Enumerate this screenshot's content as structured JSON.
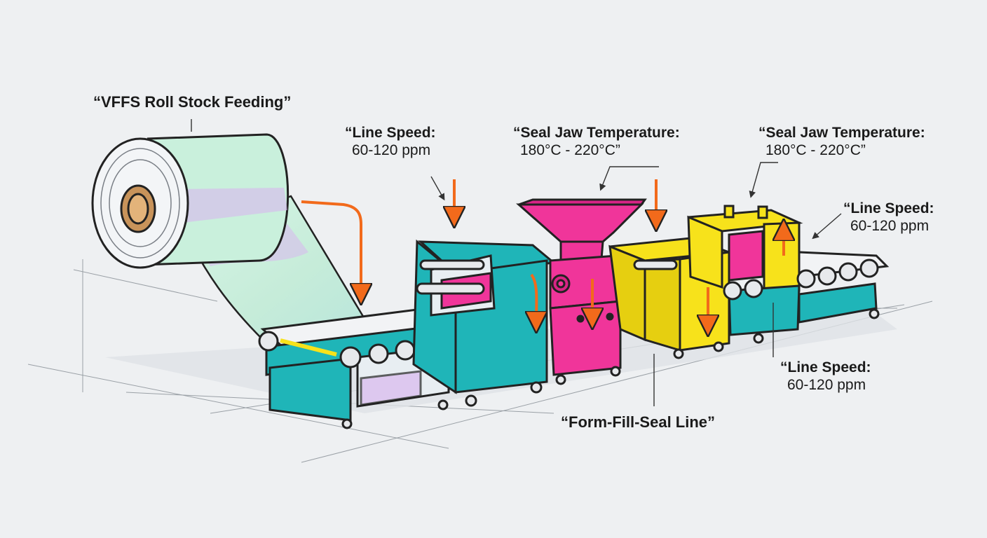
{
  "labels": {
    "roll_feed": "“VFFS Roll Stock Feeding”",
    "speed_a": {
      "line1": "“Line Speed:",
      "line2": "60-120 ppm"
    },
    "temp_a": {
      "line1": "“Seal Jaw Temperature:",
      "line2": "180°C - 220°C”"
    },
    "temp_b": {
      "line1": "“Seal Jaw Temperature:",
      "line2": "180°C - 220°C”"
    },
    "speed_b": {
      "line1": "“Line Speed:",
      "line2": "60-120 ppm"
    },
    "speed_c": {
      "line1": "“Line Speed:",
      "line2": "60-120 ppm"
    },
    "line_name": "“Form-Fill-Seal Line”"
  },
  "colors": {
    "teal": "#1fb5b8",
    "magenta": "#f0359a",
    "yellow": "#f7e21b",
    "arrow": "#f26a1b",
    "film": "#c9f0dc",
    "film_purple": "#d9b8ef",
    "core": "#c8935a"
  }
}
